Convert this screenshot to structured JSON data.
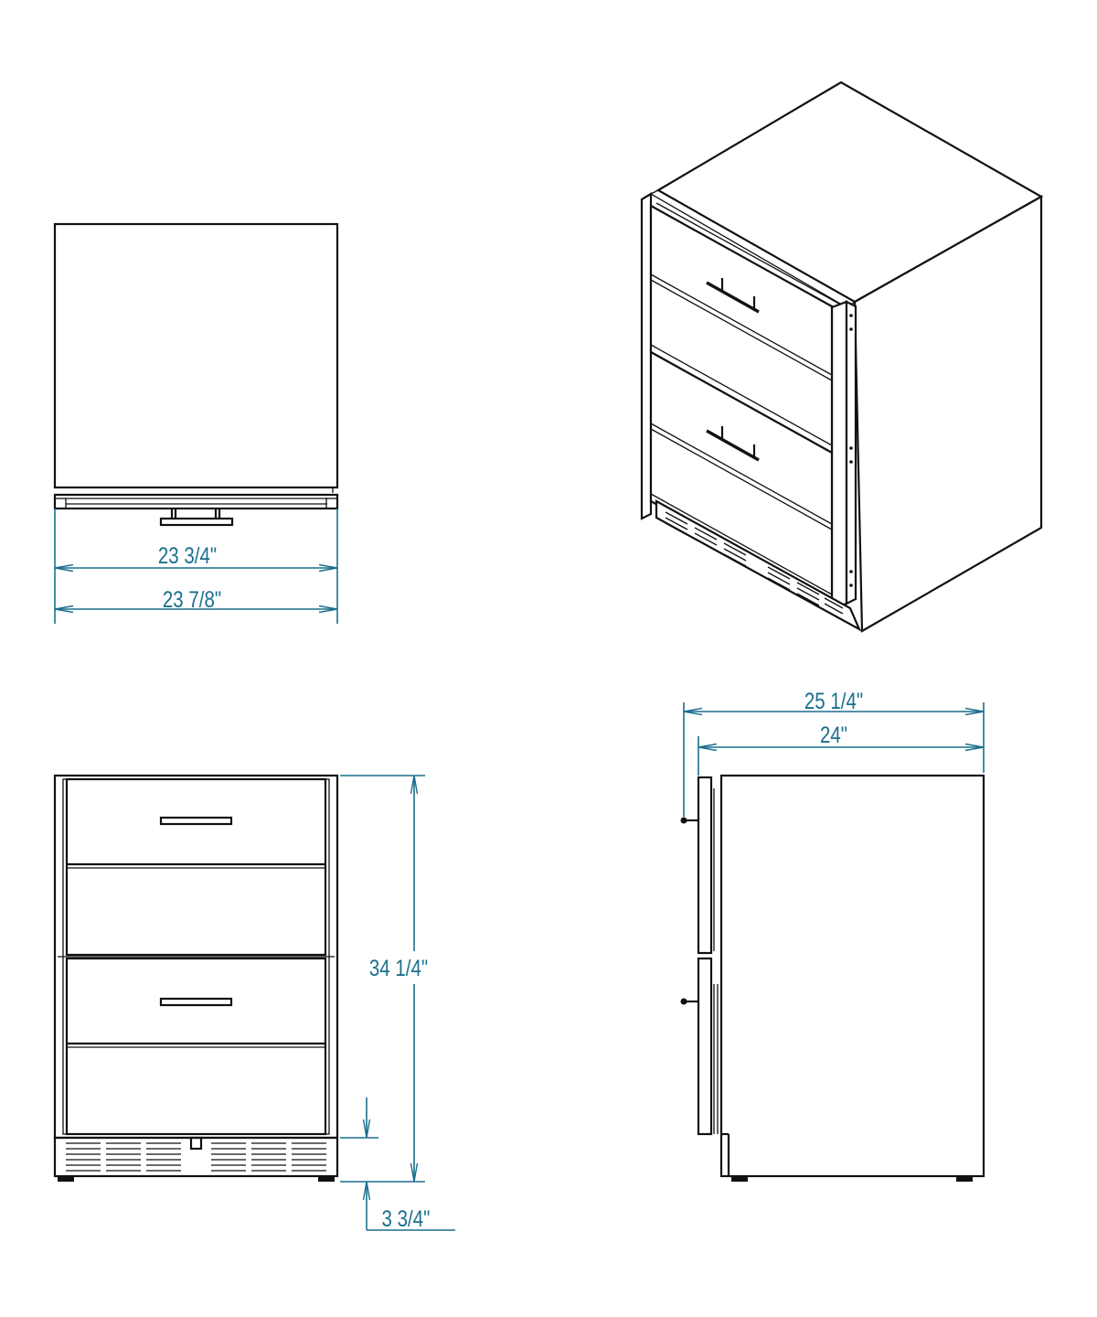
{
  "dimensions": {
    "top_inner_width": "23 3/4\"",
    "top_outer_width": "23 7/8\"",
    "height": "34 1/4\"",
    "toe_kick": "3 3/4\"",
    "side_depth_overall": "25 1/4\"",
    "side_depth_cabinet": "24\""
  },
  "colors": {
    "dimension": "#1a6f8c",
    "outline": "#111111"
  }
}
